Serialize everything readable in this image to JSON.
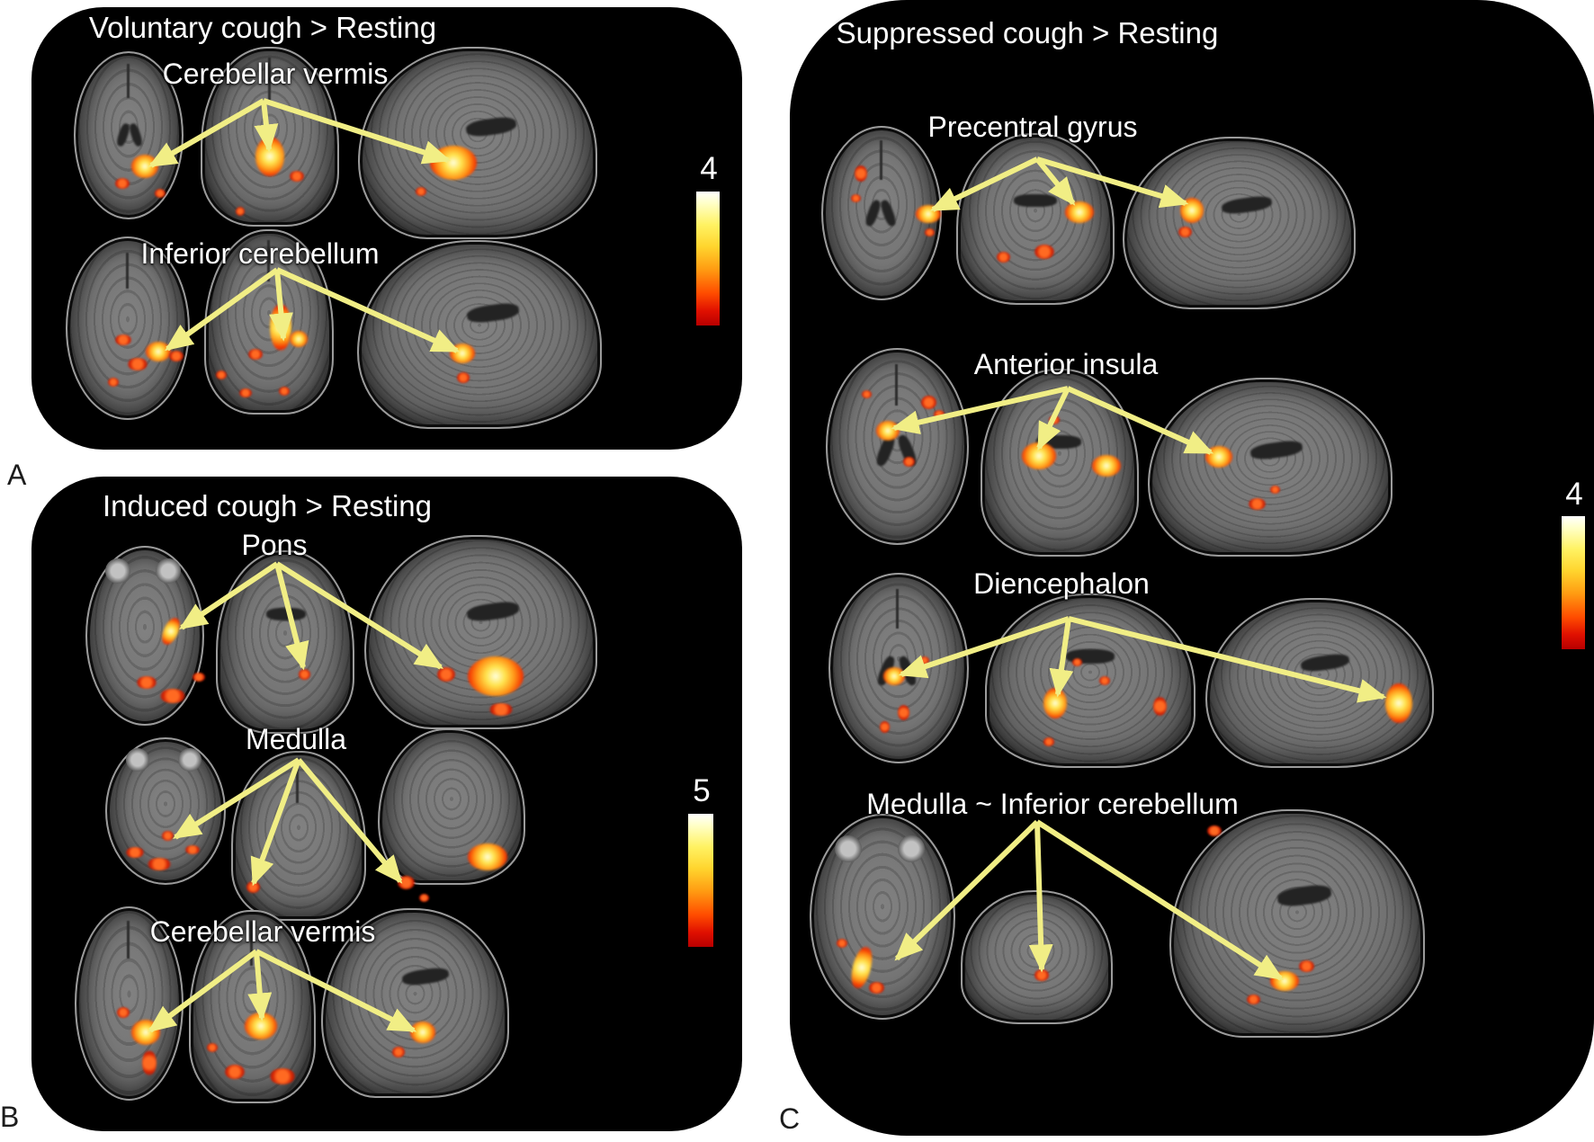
{
  "figure": {
    "panels": [
      {
        "letter": "A",
        "title": "Voluntary cough > Resting",
        "colorbar_max": "4",
        "region_labels": [
          "Cerebellar vermis",
          "Inferior cerebellum"
        ]
      },
      {
        "letter": "B",
        "title": "Induced cough > Resting",
        "colorbar_max": "5",
        "region_labels": [
          "Pons",
          "Medulla",
          "Cerebellar vermis"
        ]
      },
      {
        "letter": "C",
        "title": "Suppressed cough > Resting",
        "colorbar_max": "4",
        "region_labels": [
          "Precentral gyrus",
          "Anterior insula",
          "Diencephalon",
          "Medulla ~ Inferior cerebellum"
        ]
      }
    ],
    "colors": {
      "panel_bg": "#000000",
      "canvas_bg": "#ffffff",
      "arrow": "#f1ee85",
      "label_text": "#ffffff",
      "colorbar_top": "#ffffff",
      "colorbar_bottom": "#b80000"
    }
  }
}
